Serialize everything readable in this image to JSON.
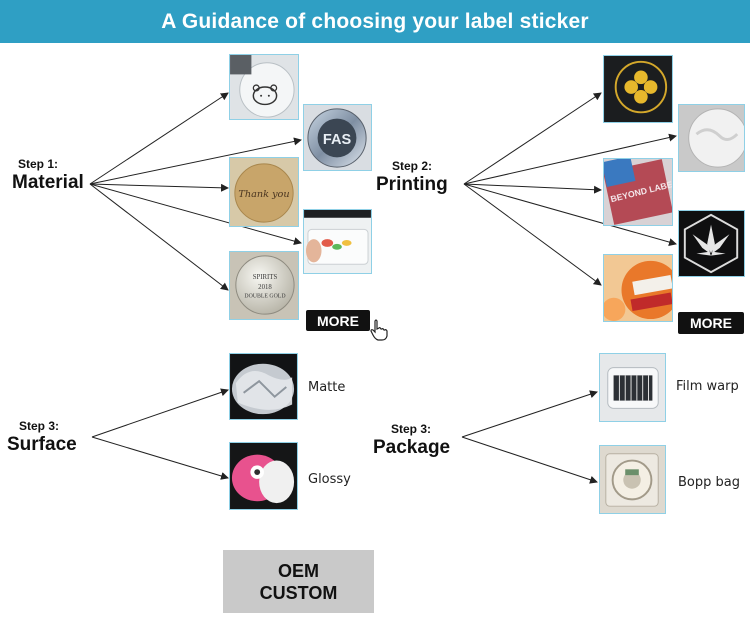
{
  "banner": {
    "title": "A Guidance of choosing your label sticker"
  },
  "steps": {
    "material": {
      "small": "Step 1:",
      "big": "Material"
    },
    "printing": {
      "small": "Step 2:",
      "big": "Printing"
    },
    "surface": {
      "small": "Step 3:",
      "big": "Surface"
    },
    "package": {
      "small": "Step 3:",
      "big": "Package"
    }
  },
  "material_thumbs": {
    "fas_text": "FAS",
    "thank_you": "Thank you",
    "spirits": "SPIRITS",
    "year": "2018",
    "double_gold": "DOUBLE GOLD"
  },
  "printing_thumbs": {
    "beyond_label": "BEYOND LABEL"
  },
  "more_buttons": {
    "material": "MORE",
    "printing": "MORE"
  },
  "surface_options": [
    "Matte",
    "Glossy"
  ],
  "package_options": [
    "Film warp",
    "Bopp bag"
  ],
  "oem": {
    "line1": "OEM",
    "line2": "CUSTOM"
  },
  "colors": {
    "banner": "#2f9fc4",
    "thumb_border": "#8fd0e6",
    "button": "#111111",
    "oem_bg": "#c9c9c9"
  }
}
